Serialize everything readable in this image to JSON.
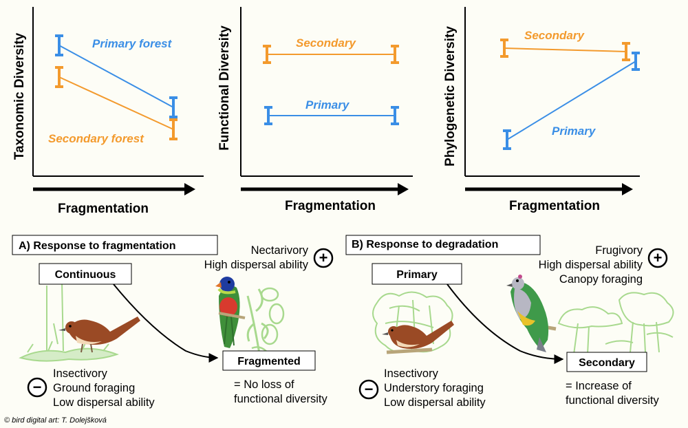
{
  "colors": {
    "primary": "#3a8ee6",
    "secondary": "#f39a2d",
    "plant": "#a8d98e",
    "plant_dark": "#7fbf6a"
  },
  "charts": [
    {
      "ylabel": "Taxonomic Diversity",
      "xlabel": "Fragmentation",
      "primary_label": "Primary forest",
      "secondary_label": "Secondary forest"
    },
    {
      "ylabel": "Functional Diversity",
      "xlabel": "Fragmentation",
      "primary_label": "Primary",
      "secondary_label": "Secondary"
    },
    {
      "ylabel": "Phylogenetic Diversity",
      "xlabel": "Fragmentation",
      "primary_label": "Primary",
      "secondary_label": "Secondary"
    }
  ],
  "panel_a": {
    "title": "A) Response to fragmentation",
    "start_box": "Continuous",
    "end_box": "Fragmented",
    "plus_traits": [
      "Nectarivory",
      "High dispersal ability"
    ],
    "minus_traits": [
      "Insectivory",
      "Ground foraging",
      "Low dispersal ability"
    ],
    "result": [
      "= No loss of",
      "functional diversity"
    ],
    "plus_symbol": "+",
    "minus_symbol": "−"
  },
  "panel_b": {
    "title": "B) Response to degradation",
    "start_box": "Primary",
    "end_box": "Secondary",
    "plus_traits": [
      "Frugivory",
      "High dispersal ability",
      "Canopy foraging"
    ],
    "minus_traits": [
      "Insectivory",
      "Understory foraging",
      "Low dispersal ability"
    ],
    "result": [
      "= Increase of",
      "functional diversity"
    ],
    "plus_symbol": "+",
    "minus_symbol": "−"
  },
  "credit": "© bird digital art: T. Dolejšková"
}
